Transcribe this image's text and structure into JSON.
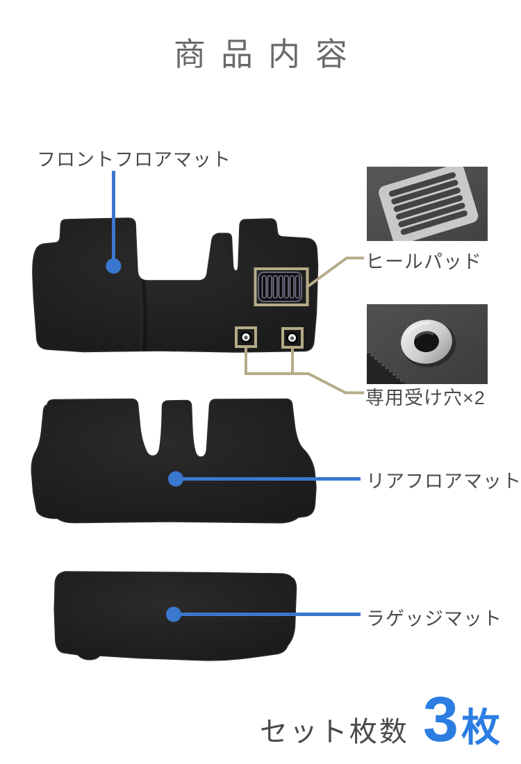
{
  "title": "商品内容",
  "colors": {
    "accent_blue_marker": "#3a78cf",
    "accent_blue_text": "#2b7de2",
    "callout_tan": "#b5ab88",
    "label_gray": "#4a4a4a",
    "title_gray": "#6a6a6a",
    "mat_black": "#171717"
  },
  "callouts": {
    "front_mat": "フロントフロアマット",
    "heel_pad": "ヒールパッド",
    "receiving_holes": "専用受け穴×2",
    "rear_mat": "リアフロアマット",
    "luggage_mat": "ラゲッジマット"
  },
  "set_count": {
    "label": "セット枚数",
    "number": "3",
    "unit": "枚"
  }
}
